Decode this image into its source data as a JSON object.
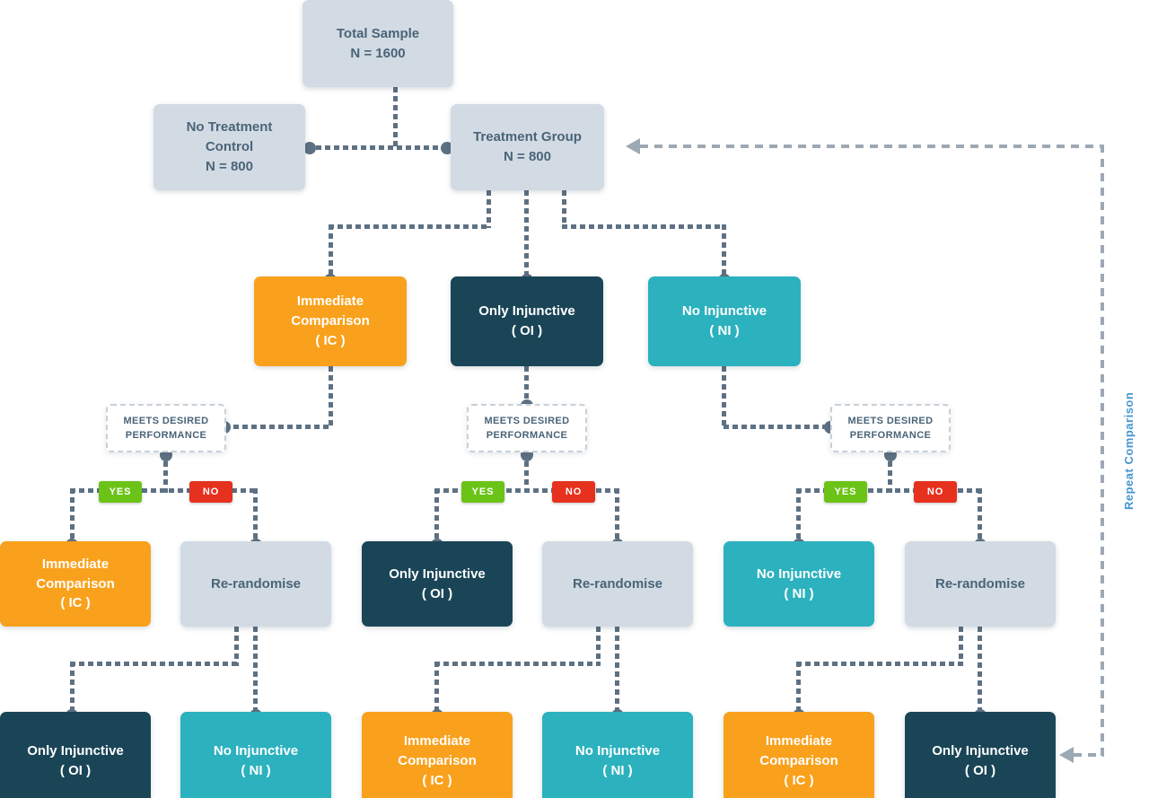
{
  "palette": {
    "gray": "#D2DBE3",
    "orange": "#F9A11C",
    "navy": "#1A4557",
    "teal": "#2CB1BE",
    "green": "#6CC318",
    "red": "#E6311E",
    "line": "#5D7182",
    "loop": "#9CA8B4",
    "slate-text": "#4A6478",
    "loop-label": "#4596D1"
  },
  "nodes": {
    "root": {
      "line1": "Total Sample",
      "line2": "N = 1600"
    },
    "control": {
      "line1": "No Treatment Control",
      "line2": "N = 800"
    },
    "treatment": {
      "line1": "Treatment Group",
      "line2": "N = 800"
    },
    "arms": [
      {
        "line1": "Immediate Comparison",
        "line2": "( IC )"
      },
      {
        "line1": "Only Injunctive",
        "line2": "( OI )"
      },
      {
        "line1": "No Injunctive",
        "line2": "( NI )"
      }
    ],
    "results": [
      {
        "line1": "Immediate Comparison",
        "line2": "( IC )"
      },
      {
        "line1": "Re-randomise",
        "line2": ""
      },
      {
        "line1": "Only Injunctive",
        "line2": "( OI )"
      },
      {
        "line1": "Re-randomise",
        "line2": ""
      },
      {
        "line1": "No Injunctive",
        "line2": "( NI )"
      },
      {
        "line1": "Re-randomise",
        "line2": ""
      }
    ],
    "bottom": [
      {
        "line1": "Only Injunctive",
        "line2": "( OI )"
      },
      {
        "line1": "No Injunctive",
        "line2": "( NI )"
      },
      {
        "line1": "Immediate Comparison",
        "line2": "( IC )"
      },
      {
        "line1": "No Injunctive",
        "line2": "( NI )"
      },
      {
        "line1": "Immediate Comparison",
        "line2": "( IC )"
      },
      {
        "line1": "Only Injunctive",
        "line2": "( OI )"
      }
    ]
  },
  "labels": {
    "decision": "MEETS DESIRED PERFORMANCE",
    "yes": "YES",
    "no": "NO",
    "loop": "Repeat Comparison"
  }
}
